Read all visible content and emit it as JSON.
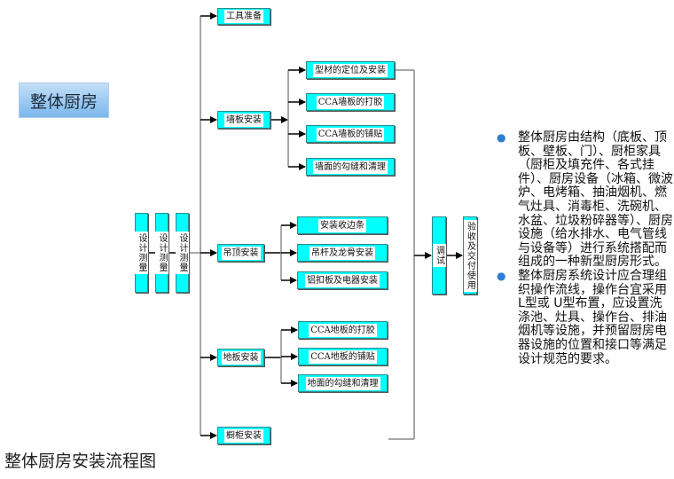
{
  "title": "整体厨房",
  "caption": "整体厨房安装流程图",
  "colors": {
    "box_fill": "#00ffff",
    "title_gradient_top": "#c3dff7",
    "title_gradient_bottom": "#7ab7ec",
    "bullet": "#2a7fd4"
  },
  "flow": {
    "start_steps": [
      "设计测量",
      "设计测量",
      "设计测量"
    ],
    "main_steps": {
      "tools": "工具准备",
      "wall": {
        "label": "墙板安装",
        "sub": [
          "型材的定位及安装",
          "CCA墙板的打胶",
          "CCA墙板的铺贴",
          "墙面的勾缝和清理"
        ]
      },
      "ceiling": {
        "label": "吊顶安装",
        "sub": [
          "安装收边条",
          "吊杆及龙骨安装",
          "铝扣板及电器安装"
        ]
      },
      "floor": {
        "label": "地板安装",
        "sub": [
          "CCA地板的打胶",
          "CCA地板的铺贴",
          "地面的勾缝和清理"
        ]
      },
      "cabinet": "橱柜安装"
    },
    "debug": "调试",
    "acceptance": "验收及交付使用"
  },
  "notes": [
    "整体厨房由结构（底板、顶板、壁板、门）、厨柜家具（厨柜及填充件、各式挂件）、厨房设备（冰箱、微波炉、电烤箱、抽油烟机、燃气灶具、消毒柜、洗碗机、水盆、垃圾粉碎器等）、厨房设施（给水排水、电气管线与设备等）进行系统搭配而组成的一种新型厨房形式。",
    "整体厨房系统设计应合理组织操作流线，操作台宜采用 L型或 U型布置，应设置洗涤池、灶具、操作台、排油烟机等设施，并预留厨房电器设施的位置和接口等满足设计规范的要求。"
  ]
}
